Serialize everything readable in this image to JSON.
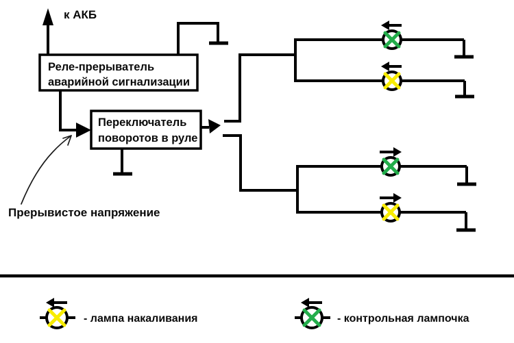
{
  "diagram": {
    "battery_label": "к АКБ",
    "relay_box": {
      "line1": "Реле-прерыватель",
      "line2": "аварийной сигнализации"
    },
    "switch_box": {
      "line1": "Переключатель",
      "line2": "поворотов в руле"
    },
    "annotation_label": "Прерывистое напряжение",
    "lamps": [
      {
        "id": "left-control-lamp",
        "arrow": "left",
        "x_color_ref": "control_x"
      },
      {
        "id": "left-bulb-lamp",
        "arrow": "left",
        "x_color_ref": "incandescent_x"
      },
      {
        "id": "right-control-lamp",
        "arrow": "right",
        "x_color_ref": "control_x"
      },
      {
        "id": "right-bulb-lamp",
        "arrow": "right",
        "x_color_ref": "incandescent_x"
      }
    ]
  },
  "legend": {
    "incandescent_label": "- лампа накаливания",
    "control_label": "- контрольная лампочка"
  },
  "colors": {
    "wire": "#000000",
    "background": "#ffffff",
    "control_x": "#23ad4b",
    "incandescent_x": "#f8ec00"
  }
}
